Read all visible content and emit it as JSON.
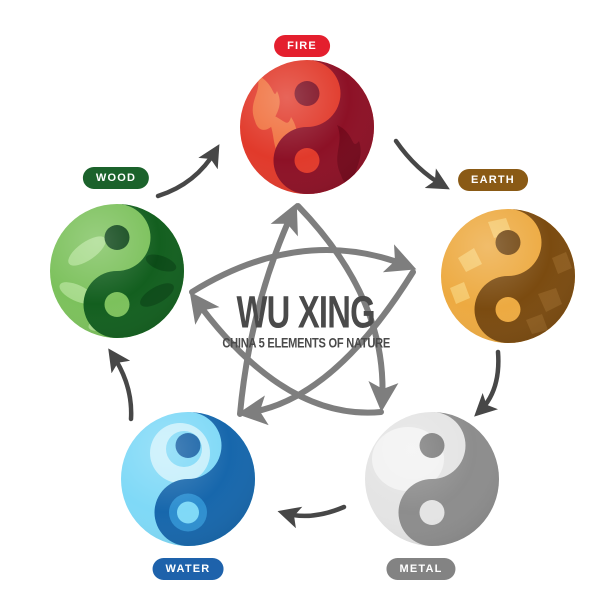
{
  "title": {
    "main": "WU XING",
    "subtitle": "CHINA 5 ELEMENTS OF NATURE",
    "color": "#4a4a4a"
  },
  "elements": {
    "fire": {
      "label": "FIRE",
      "badge_color": "#e41f2e",
      "light": "#e13a2b",
      "light_accent": "#f0713f",
      "dark": "#8d1126",
      "dark_accent": "#75091c",
      "dot_top": "#7c0c1f",
      "position": "top"
    },
    "earth": {
      "label": "EARTH",
      "badge_color": "#8a5a15",
      "light": "#edaa41",
      "light_accent": "#f5c76a",
      "dark": "#7b4b10",
      "dark_accent": "#8d5c1e",
      "dot_top": "#6f430d",
      "position": "right"
    },
    "metal": {
      "label": "METAL",
      "badge_color": "#838383",
      "light": "#e4e4e4",
      "light_accent": "#f2f2f2",
      "dark": "#8d8d8d",
      "dark_accent": "#7b7b7b",
      "dot_top": "#7b7b7b",
      "position": "bottom-right"
    },
    "water": {
      "label": "WATER",
      "badge_color": "#1e62ab",
      "light": "#7fd9f7",
      "light_accent": "#c6effb",
      "dark": "#1767ac",
      "dark_accent": "#2e8fd0",
      "dot_top": "#1460a5",
      "position": "bottom-left"
    },
    "wood": {
      "label": "WOOD",
      "badge_color": "#1b622b",
      "light": "#7cc15c",
      "light_accent": "#a6da8a",
      "dark": "#135f1f",
      "dark_accent": "#0b4b17",
      "dot_top": "#0a4415",
      "position": "left"
    }
  },
  "cycles": {
    "generating": {
      "color": "#474747",
      "links": [
        "wood→fire",
        "fire→earth",
        "earth→metal",
        "metal→water",
        "water→wood"
      ]
    },
    "overcoming": {
      "color": "#7e7e7e",
      "links": [
        "water→fire",
        "wood→earth",
        "fire→metal",
        "earth→water",
        "metal→wood"
      ]
    }
  }
}
